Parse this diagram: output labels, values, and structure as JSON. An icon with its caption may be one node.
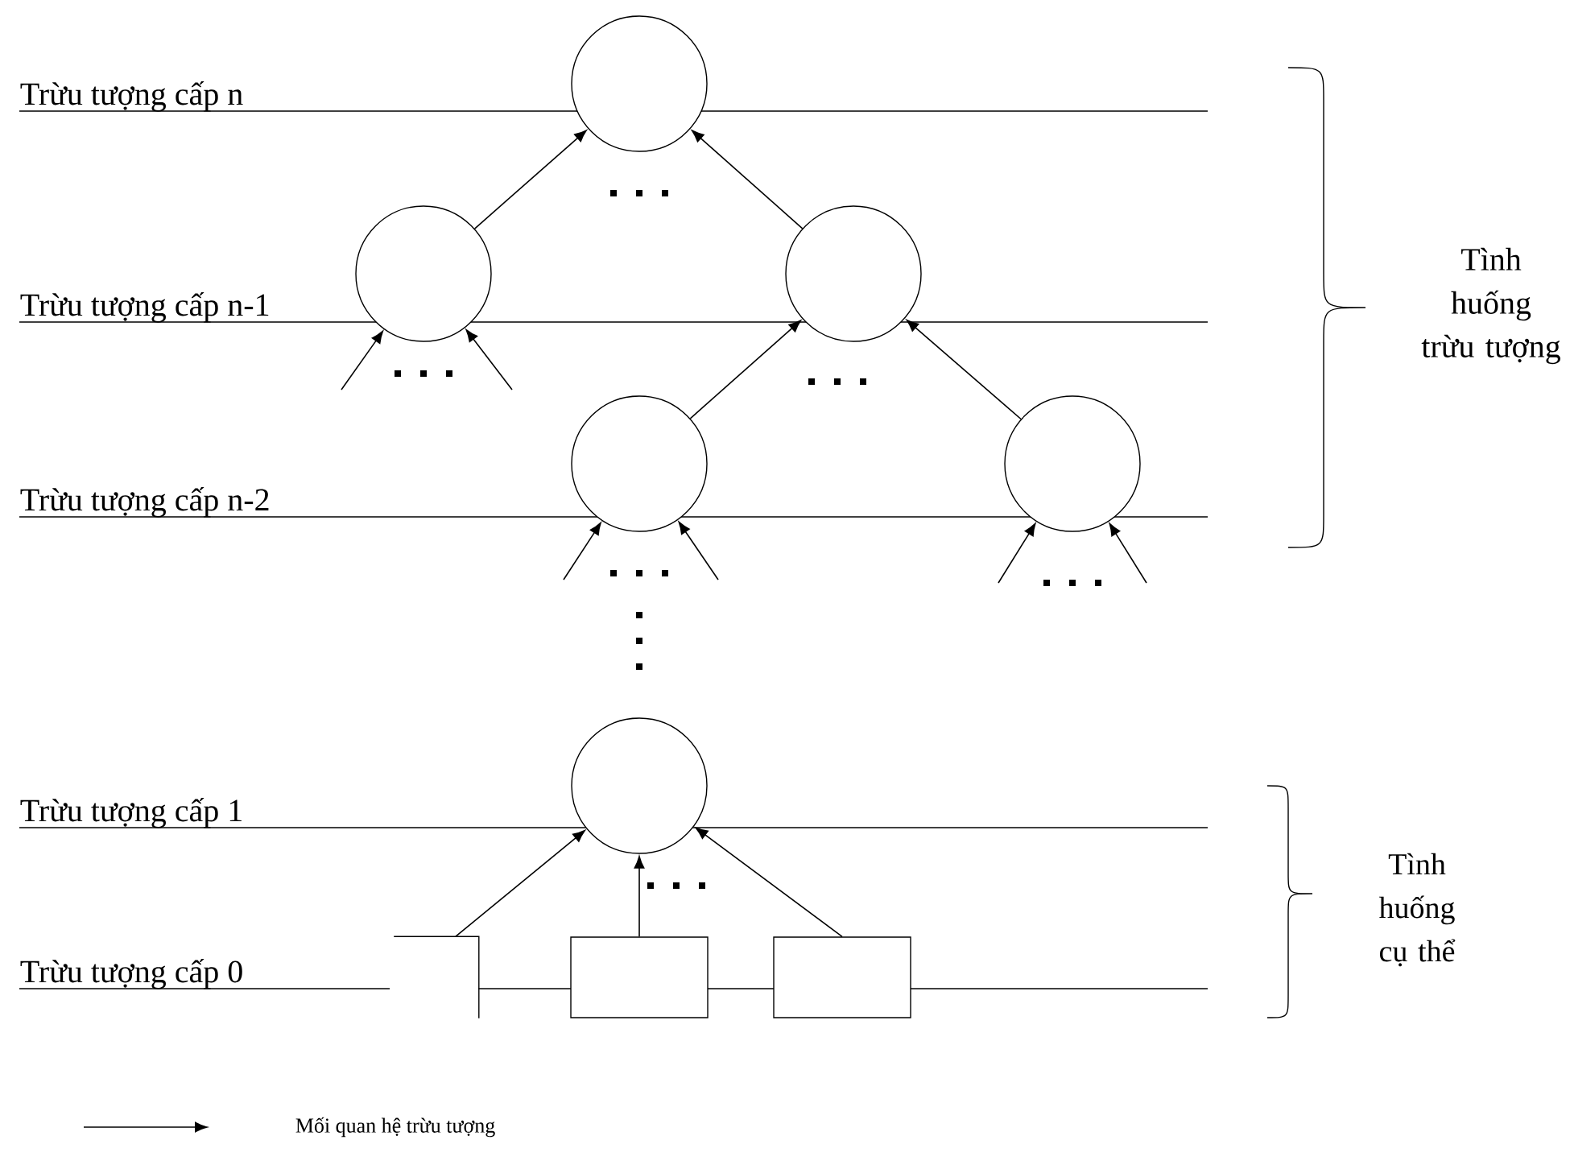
{
  "diagram": {
    "nodes": [
      {
        "text": [],
        "shape": "circle"
      },
      {
        "text": [],
        "shape": "circle"
      },
      {
        "text": [],
        "shape": "circle"
      },
      {
        "text": [],
        "shape": "circle"
      },
      {
        "text": [],
        "shape": "circle"
      },
      {
        "text": [],
        "shape": "circle"
      },
      {
        "text": [],
        "shape": "box"
      },
      {
        "text": [],
        "shape": "box"
      },
      {
        "text": [],
        "shape": "box"
      }
    ],
    "edges": [
      {
        "from": 1,
        "to": 0,
        "arrow": "to"
      },
      {
        "from": 2,
        "to": 0,
        "arrow": "to"
      },
      {
        "from": null,
        "to": 1,
        "arrow": "to"
      },
      {
        "from": null,
        "to": 1,
        "arrow": "to"
      },
      {
        "from": 3,
        "to": 2,
        "arrow": "to"
      },
      {
        "from": 4,
        "to": 2,
        "arrow": "to"
      },
      {
        "from": null,
        "to": 3,
        "arrow": "to"
      },
      {
        "from": null,
        "to": 3,
        "arrow": "to"
      },
      {
        "from": null,
        "to": 4,
        "arrow": "to"
      },
      {
        "from": null,
        "to": 4,
        "arrow": "to"
      },
      {
        "from": 6,
        "to": 5,
        "arrow": "to"
      },
      {
        "from": 7,
        "to": 5,
        "arrow": "to"
      },
      {
        "from": 8,
        "to": 5,
        "arrow": "to"
      }
    ],
    "labels": [
      "Trừu tượng cấp n",
      "Tình huống trừu tượng",
      "Trừu tượng cấp n-1",
      "Trừu tượng cấp n-2",
      "Trừu tượng cấp 1",
      "Tình huống cụ thể",
      "Trừu tượng cấp 0"
    ],
    "legend": [
      {
        "text": "Mối quan hệ trừu tượng"
      }
    ]
  }
}
